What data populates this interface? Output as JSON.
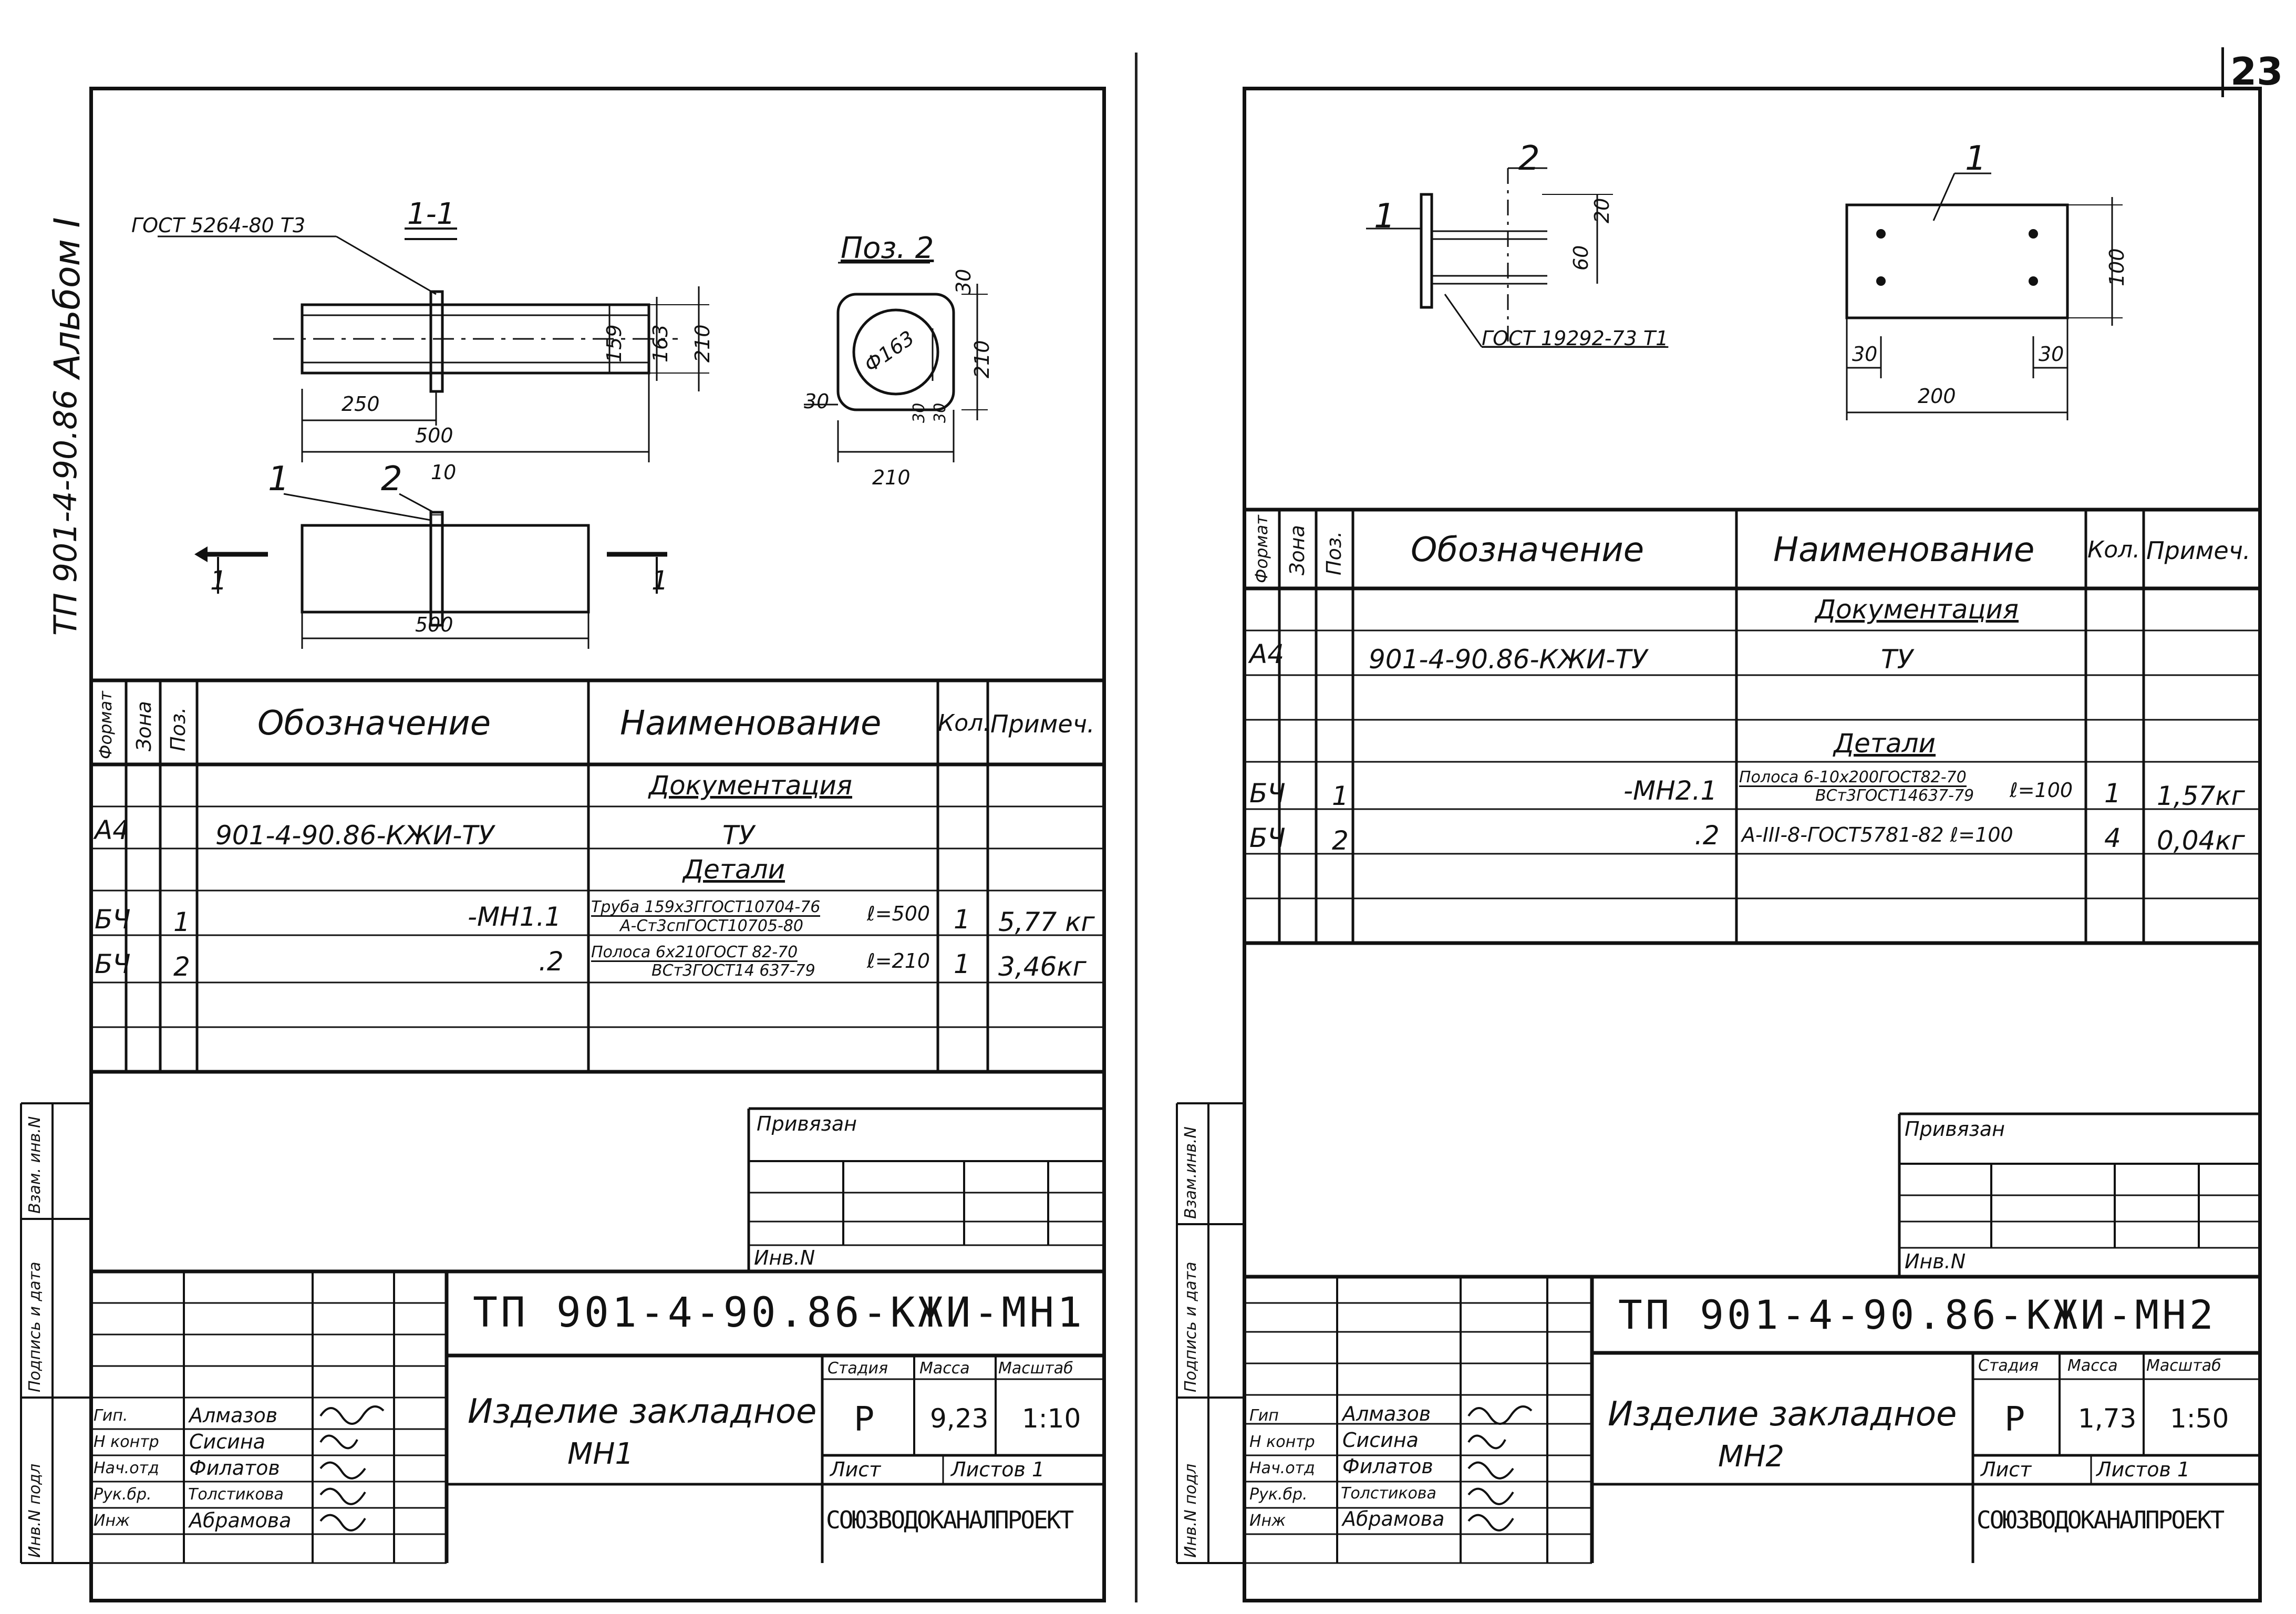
{
  "page_number": "23",
  "binding_strip": {
    "album": "Альбом I",
    "series": "ТП 901-4-90.86"
  },
  "sheet_left": {
    "drawing": {
      "weld_note": "ГОСТ 5264-80 Т3",
      "section_label": "1-1",
      "pos_label": "Поз. 2",
      "dims": [
        "159",
        "163",
        "210",
        "250",
        "500",
        "500",
        "30",
        "30",
        "10",
        "210",
        "210",
        "30",
        "30"
      ],
      "diam": "Ф163",
      "callouts": [
        "1",
        "2",
        "10"
      ],
      "section_marks": [
        "1",
        "1"
      ]
    },
    "spec": {
      "headers": [
        "Формат",
        "Зона",
        "Поз.",
        "Обозначение",
        "Наименование",
        "Кол.",
        "Примеч."
      ],
      "group_docs": "Документация",
      "group_details": "Детали",
      "rows": [
        {
          "format": "А4",
          "zone": "",
          "pos": "",
          "designation": "901-4-90.86-КЖИ-ТУ",
          "name": "ТУ",
          "qty": "",
          "note": ""
        },
        {
          "format": "БЧ",
          "zone": "",
          "pos": "1",
          "designation": "-МН1.1",
          "name_top": "Труба 159х3ГГОСТ10704-76",
          "name_bottom": "А-Ст3спГОСТ10705-80",
          "name_len": "ℓ=500",
          "qty": "1",
          "note": "5,77 кг"
        },
        {
          "format": "БЧ",
          "zone": "",
          "pos": "2",
          "designation": ".2",
          "name_top": "Полоса 6х210ГОСТ 82-70",
          "name_bottom": "ВСт3ГОСТ14 637-79",
          "name_len": "ℓ=210",
          "qty": "1",
          "note": "3,46кг"
        }
      ]
    },
    "stamp": {
      "privyazan": "Привязан",
      "inv": "Инв.N",
      "code": "ТП 901-4-90.86-КЖИ-МН1",
      "item_name_1": "Изделие закладное",
      "item_name_2": "МН1",
      "stage_label": "Стадия",
      "mass_label": "Масса",
      "scale_label": "Масштаб",
      "stage": "Р",
      "mass": "9,23",
      "scale": "1:10",
      "sheet_label": "Лист",
      "sheets_label": "Листов 1",
      "org": "СОЮЗВОДОКАНАЛПРОЕКТ",
      "people": [
        {
          "role": "Гип.",
          "name": "Алмазов"
        },
        {
          "role": "Н контр",
          "name": "Сисина"
        },
        {
          "role": "Нач.отд",
          "name": "Филатов"
        },
        {
          "role": "Рук.бр.",
          "name": "Толстикова"
        },
        {
          "role": "Инж",
          "name": "Абрамова"
        }
      ],
      "side_labels": [
        "Инв.N подл",
        "Подпись и дата",
        "Взам. инв.N"
      ]
    }
  },
  "sheet_right": {
    "drawing": {
      "weld_note": "ГОСТ 19292-73 Т1",
      "callouts": [
        "1",
        "2",
        "1"
      ],
      "dims": [
        "20",
        "60",
        "100",
        "30",
        "30",
        "200"
      ]
    },
    "spec": {
      "headers": [
        "Формат",
        "Зона",
        "Поз.",
        "Обозначение",
        "Наименование",
        "Кол.",
        "Примеч."
      ],
      "group_docs": "Документация",
      "group_details": "Детали",
      "rows": [
        {
          "format": "А4",
          "zone": "",
          "pos": "",
          "designation": "901-4-90.86-КЖИ-ТУ",
          "name": "ТУ",
          "qty": "",
          "note": ""
        },
        {
          "format": "БЧ",
          "zone": "",
          "pos": "1",
          "designation": "-МН2.1",
          "name_top": "Полоса 6-10х200ГОСТ82-70",
          "name_bottom": "ВСт3ГОСТ14637-79",
          "name_len": "ℓ=100",
          "qty": "1",
          "note": "1,57кг"
        },
        {
          "format": "БЧ",
          "zone": "",
          "pos": "2",
          "designation": ".2",
          "name": "А-III-8-ГОСТ5781-82 ℓ=100",
          "qty": "4",
          "note": "0,04кг"
        }
      ]
    },
    "stamp": {
      "privyazan": "Привязан",
      "inv": "Инв.N",
      "code": "ТП 901-4-90.86-КЖИ-МН2",
      "item_name_1": "Изделие закладное",
      "item_name_2": "МН2",
      "stage_label": "Стадия",
      "mass_label": "Масса",
      "scale_label": "Масштаб",
      "stage": "Р",
      "mass": "1,73",
      "scale": "1:50",
      "sheet_label": "Лист",
      "sheets_label": "Листов 1",
      "org": "СОЮЗВОДОКАНАЛПРОЕКТ",
      "people": [
        {
          "role": "Гип",
          "name": "Алмазов"
        },
        {
          "role": "Н контр",
          "name": "Сисина"
        },
        {
          "role": "Нач.отд",
          "name": "Филатов"
        },
        {
          "role": "Рук.бр.",
          "name": "Толстикова"
        },
        {
          "role": "Инж",
          "name": "Абрамова"
        }
      ],
      "side_labels": [
        "Инв.N подл",
        "Подпись и дата",
        "Взам.инв.N"
      ]
    }
  }
}
